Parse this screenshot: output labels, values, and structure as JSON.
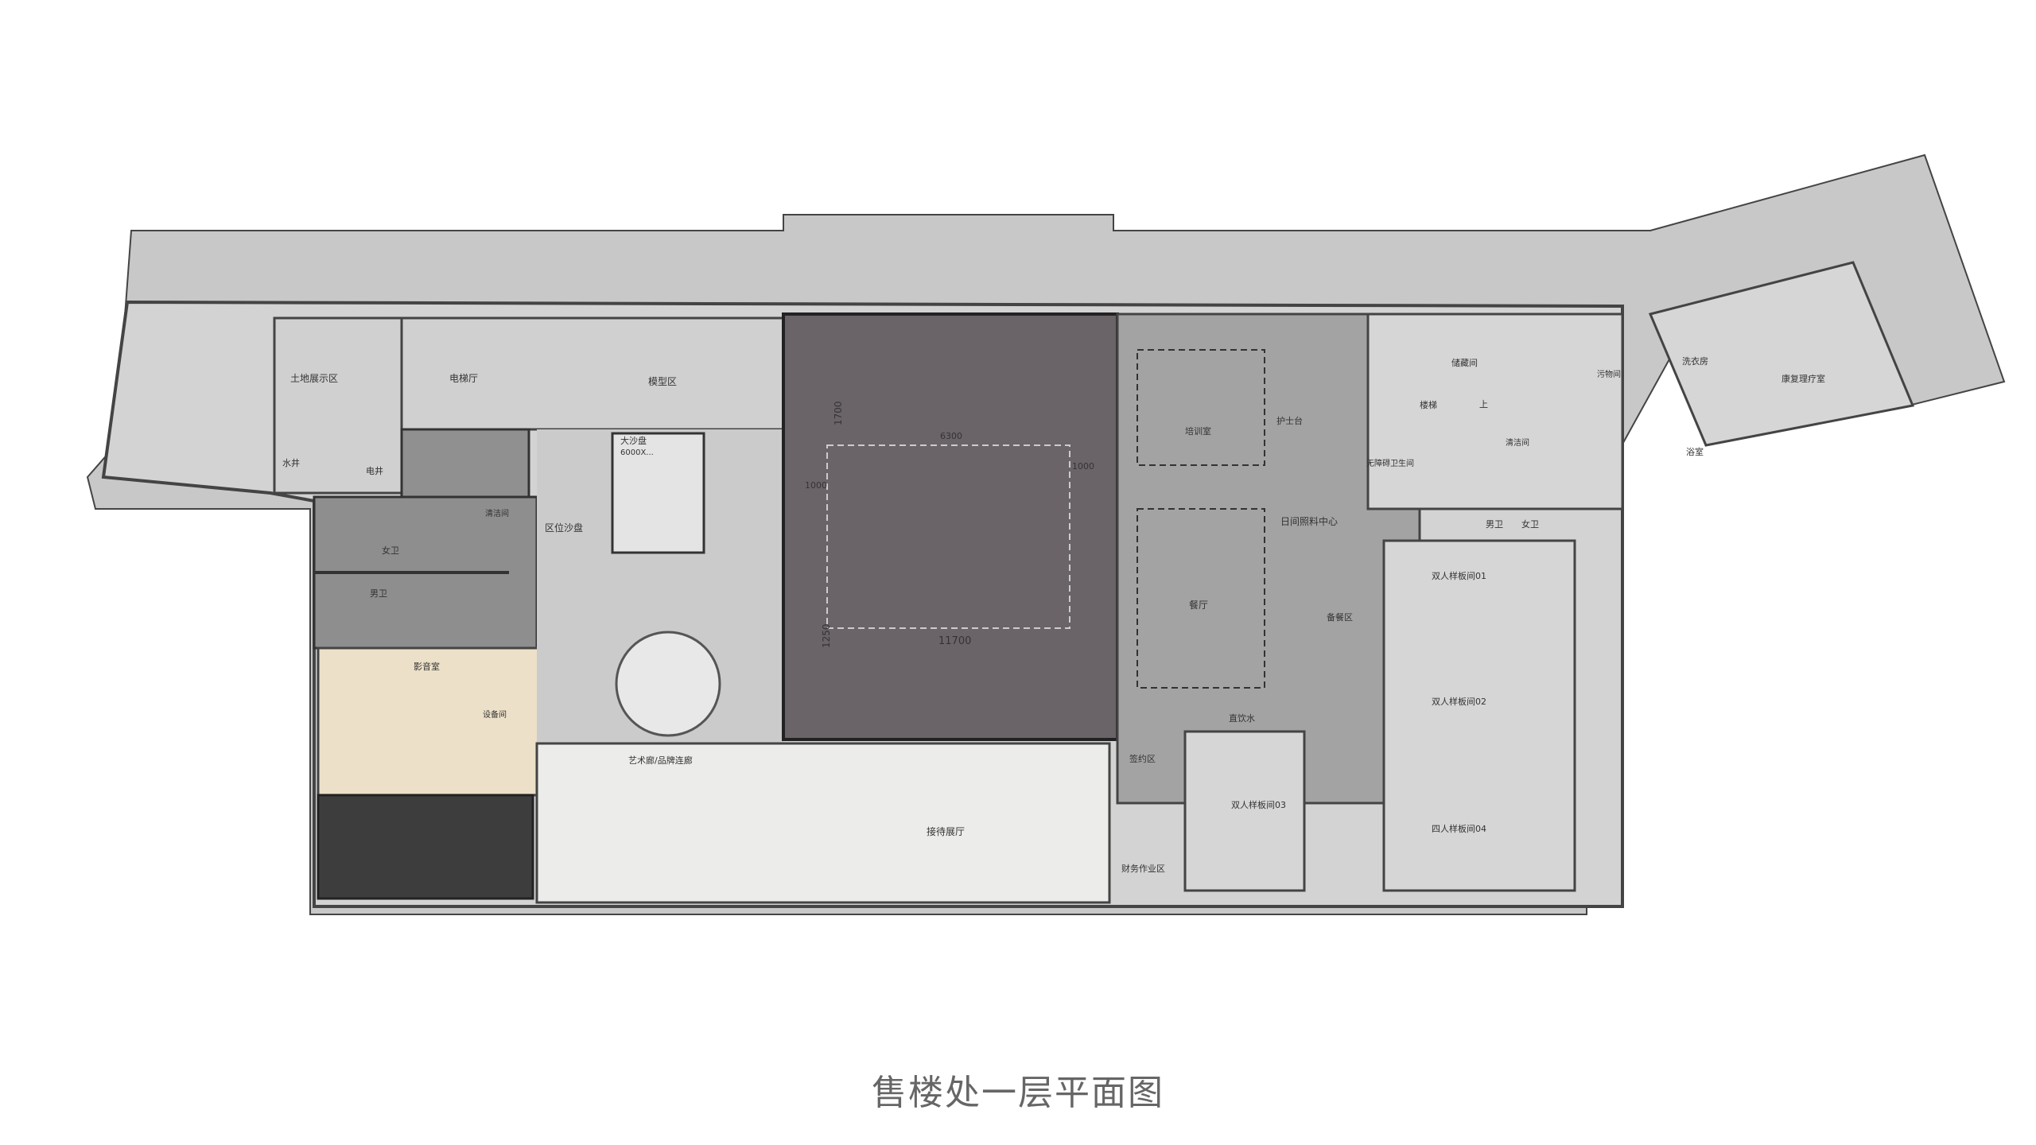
{
  "caption": "售楼处一层平面图",
  "rooms": {
    "land_display": "土地展示区",
    "elevator_hall": "电梯厅",
    "model_area": "模型区",
    "water_well": "水井",
    "electric_well": "电井",
    "female_wc": "女卫",
    "male_wc": "男卫",
    "cleaning": "清洁间",
    "district_sandtable": "区位沙盘",
    "big_sandtable": "大沙盘",
    "big_sandtable_dim": "6000X...",
    "cinema": "影音室",
    "equipment": "设备间",
    "art_gallery": "艺术廊/品牌连廊",
    "reception": "接待展厅",
    "signing": "签约区",
    "water_bar": "直饮水",
    "nurse_station": "护士台",
    "training": "培训室",
    "day_care": "日间照料中心",
    "dining": "餐厅",
    "pantry": "备餐区",
    "finance": "财务作业区",
    "double_room_01": "双人样板间01",
    "double_room_02": "双人样板间02",
    "double_room_03": "双人样板间03",
    "single_room_04": "四人样板间04",
    "storage": "储藏间",
    "stair": "楼梯",
    "stair_up": "上",
    "barrier_free_wc": "无障碍卫生间",
    "clean_room": "清洁间",
    "dirty_room": "污物间",
    "laundry": "洗衣房",
    "bathroom": "浴室",
    "rehab": "康复理疗室",
    "male": "男卫",
    "female": "女卫"
  },
  "dimensions": {
    "width": "11700",
    "top_gap": "1700",
    "bottom_gap": "1250",
    "side_gap_l": "1000",
    "side_gap_r": "1000",
    "top_span": "6300"
  },
  "colors": {
    "wall": "#404040",
    "corridor": "#c4c4c4",
    "lobby": "#cbcbcb",
    "wc": "#8e8e8e",
    "dark_hall": "#6a6468",
    "care_center": "#a3a3a3",
    "cinema": "#ece0c8",
    "stair_dark": "#3d3d3d",
    "gallery": "#ececea",
    "rooms_right": "#d6d6d6"
  }
}
